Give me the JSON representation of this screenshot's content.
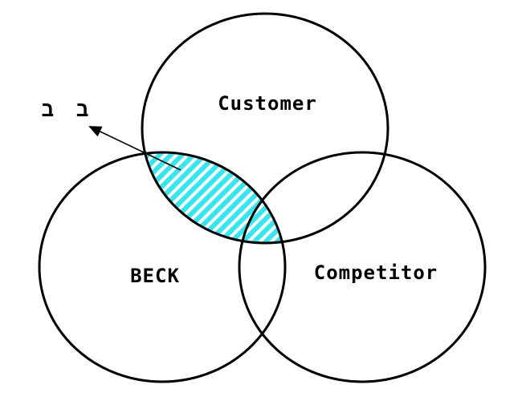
{
  "sets": {
    "customer": {
      "label": "Customer"
    },
    "beck": {
      "label": "BECK"
    },
    "competitor": {
      "label": "Competitor"
    }
  },
  "highlight": {
    "region": "BECK ∩ Customer",
    "fill_color": "#33e6f0",
    "stripe_color": "#ffffff",
    "callout_label": "ב ב"
  },
  "colors": {
    "outline": "#000000",
    "background": "#ffffff"
  }
}
